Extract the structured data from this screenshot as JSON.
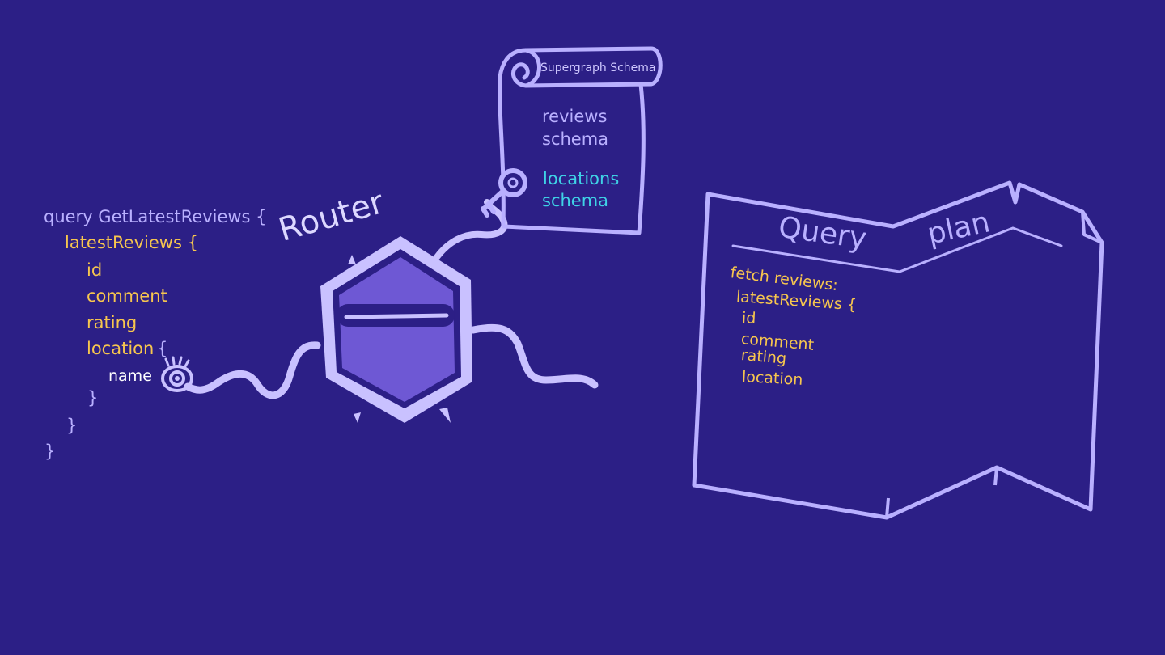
{
  "query": {
    "lines": [
      {
        "text": "query GetLatestReviews {",
        "color": "lavender"
      },
      {
        "text": "latestReviews {",
        "color": "yellow"
      },
      {
        "text": "id",
        "color": "yellow"
      },
      {
        "text": "comment",
        "color": "yellow"
      },
      {
        "text": "rating",
        "color": "yellow"
      },
      {
        "text": "location",
        "color": "yellow"
      },
      {
        "text": "{",
        "color": "lavender"
      },
      {
        "text": "name",
        "color": "white"
      },
      {
        "text": "}",
        "color": "lavender"
      },
      {
        "text": "}",
        "color": "lavender"
      },
      {
        "text": "}",
        "color": "lavender"
      }
    ]
  },
  "router": {
    "label": "Router"
  },
  "supergraph": {
    "title": "Supergraph Schema",
    "reviews_line1": "reviews",
    "reviews_line2": "schema",
    "locations_line1": "locations",
    "locations_line2": "schema"
  },
  "query_plan": {
    "title_word1": "Query",
    "title_word2": "plan",
    "lines": [
      "fetch reviews:",
      "latestReviews {",
      "id",
      "comment",
      "rating",
      "location"
    ]
  },
  "colors": {
    "background": "#2c1f86",
    "lavender": "#b9b0ff",
    "yellow": "#f7c64e",
    "cyan": "#3fd2e6",
    "router_body": "#6e58d4"
  }
}
